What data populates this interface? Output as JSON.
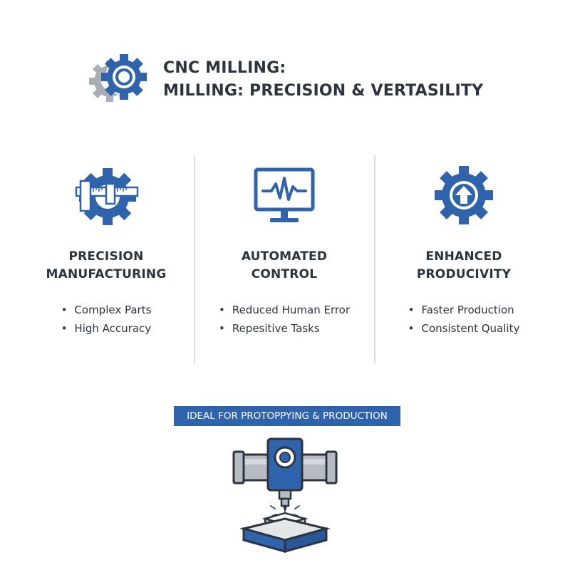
{
  "header": {
    "title_line1": "CNC MILLING:",
    "title_line2": "MILLING: PRECISION & VERTASILITY"
  },
  "columns": [
    {
      "title_line1": "PRECISION",
      "title_line2": "MANUFACTURING",
      "icon": "gear-caliper-icon",
      "bullets": [
        "Complex Parts",
        "High Accuracy"
      ]
    },
    {
      "title_line1": "AUTOMATED",
      "title_line2": "CONTROL",
      "icon": "monitor-waveform-icon",
      "bullets": [
        "Reduced Human Error",
        "Repesitive Tasks"
      ]
    },
    {
      "title_line1": "ENHANCED",
      "title_line2": "PRODUCIVITY",
      "icon": "gear-up-arrow-icon",
      "bullets": [
        "Faster Production",
        "Consistent Quality"
      ]
    }
  ],
  "banner": {
    "label": "IDEAL FOR PROTOPPYING & PRODUCTION"
  },
  "colors": {
    "accent_blue": "#2f64ad",
    "gray": "#a9aeb4",
    "text": "#2c3440",
    "divider": "#dadde1"
  },
  "illustration": {
    "icon": "cnc-milling-machine-icon"
  }
}
